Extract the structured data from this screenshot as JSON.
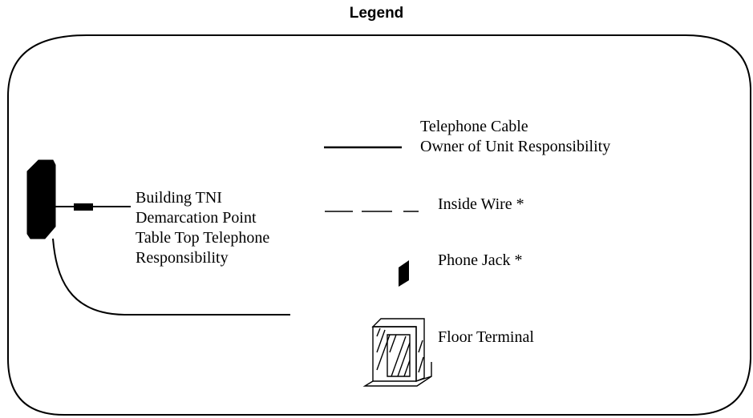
{
  "title": "Legend",
  "building": {
    "label_lines": [
      "Building TNI",
      "Demarcation Point",
      "Table Top Telephone",
      "Responsibility"
    ]
  },
  "legend": [
    {
      "symbol": "solid-line",
      "lines": [
        "Telephone Cable",
        "Owner of Unit Responsibility"
      ]
    },
    {
      "symbol": "dashed-line",
      "lines": [
        "Inside Wire *"
      ]
    },
    {
      "symbol": "phone-jack",
      "lines": [
        "Phone Jack *"
      ]
    },
    {
      "symbol": "floor-terminal",
      "lines": [
        "Floor Terminal"
      ]
    }
  ],
  "colors": {
    "ink": "#000000",
    "background": "#ffffff"
  }
}
